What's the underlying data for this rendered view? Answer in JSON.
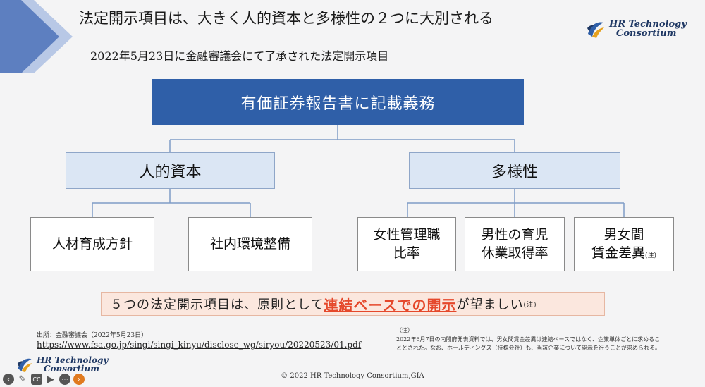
{
  "header": {
    "title": "法定開示項目は、大きく人的資本と多様性の２つに大別される",
    "subtitle": "2022年5月23日に金融審議会にて了承された法定開示項目"
  },
  "logo": {
    "line1": "HR Technology",
    "line2": "Consortium"
  },
  "diagram": {
    "root": "有価証券報告書に記載義務",
    "left_group": {
      "label": "人的資本",
      "items": [
        "人材育成方針",
        "社内環境整備"
      ]
    },
    "right_group": {
      "label": "多様性",
      "items": [
        {
          "line1": "女性管理職",
          "line2": "比率"
        },
        {
          "line1": "男性の育児",
          "line2": "休業取得率"
        },
        {
          "line1": "男女間",
          "line2": "賃金差異",
          "note": "(注)"
        }
      ]
    }
  },
  "banner": {
    "prefix": "５つの法定開示項目は、原則として",
    "emphasis": "連結ベースでの開示",
    "suffix": "が望ましい",
    "note": "(注)"
  },
  "source": {
    "label": "出所：金融審議会（2022年5月23日）",
    "url": "https://www.fsa.go.jp/singi/singi_kinyu/disclose_wg/siryou/20220523/01.pdf"
  },
  "note": {
    "head": "（注）",
    "body": "2022年6月7日の内閣府発表資料では、男女間賃金差異は連結ベースではなく、企業単体ごとに求めることとされた。なお、ホールディングス（持株会社）も、当該企業について開示を行うことが求められる。"
  },
  "footer": {
    "copyright": "© 2022 HR Technology Consortium,GIA"
  },
  "colors": {
    "accent": "#2f5fa8",
    "light_blue": "#dbe6f4",
    "emphasis": "#e5482b",
    "banner_bg": "#fbe7de"
  },
  "toolbar": {
    "icons": [
      "back-icon",
      "pen-icon",
      "captions-icon",
      "video-icon",
      "more-icon",
      "forward-icon"
    ]
  }
}
